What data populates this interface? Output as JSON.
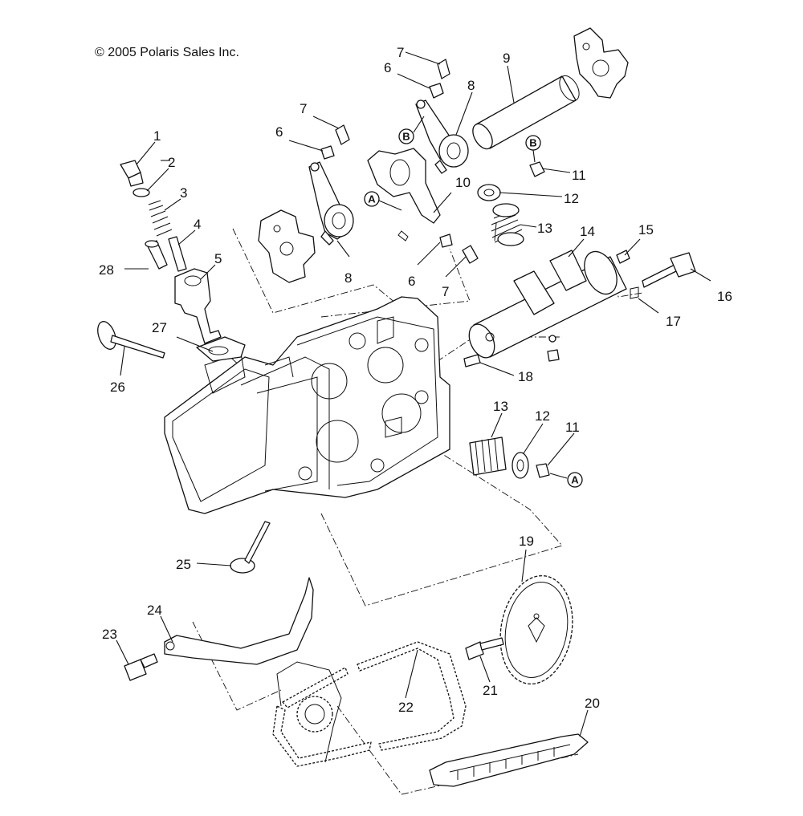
{
  "copyright": "© 2005 Polaris Sales Inc.",
  "callouts": {
    "c1": "1",
    "c2": "2",
    "c3": "3",
    "c4": "4",
    "c5": "5",
    "c6a": "6",
    "c6b": "6",
    "c6c": "6",
    "c7a": "7",
    "c7b": "7",
    "c7c": "7",
    "c8a": "8",
    "c8b": "8",
    "c9": "9",
    "c10": "10",
    "c11a": "11",
    "c11b": "11",
    "c12a": "12",
    "c12b": "12",
    "c13a": "13",
    "c13b": "13",
    "c14": "14",
    "c15": "15",
    "c16": "16",
    "c17": "17",
    "c18": "18",
    "c19": "19",
    "c20": "20",
    "c21": "21",
    "c22": "22",
    "c23": "23",
    "c24": "24",
    "c25": "25",
    "c26": "26",
    "c27": "27",
    "c28": "28"
  },
  "refs": {
    "a1": "A",
    "a2": "A",
    "b1": "B",
    "b2": "B"
  }
}
